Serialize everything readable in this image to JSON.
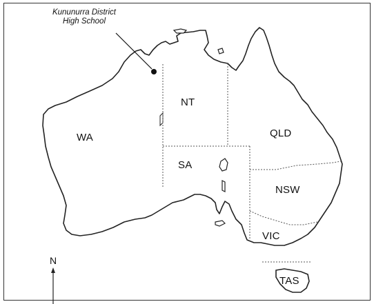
{
  "map": {
    "annotation": {
      "line1": "Kununurra District",
      "line2": "High School"
    },
    "states": {
      "wa": "WA",
      "nt": "NT",
      "sa": "SA",
      "qld": "QLD",
      "nsw": "NSW",
      "vic": "VIC",
      "tas": "TAS"
    },
    "north_label": "N",
    "colors": {
      "outline": "#222222",
      "border": "#555555",
      "marker": "#111111"
    }
  }
}
